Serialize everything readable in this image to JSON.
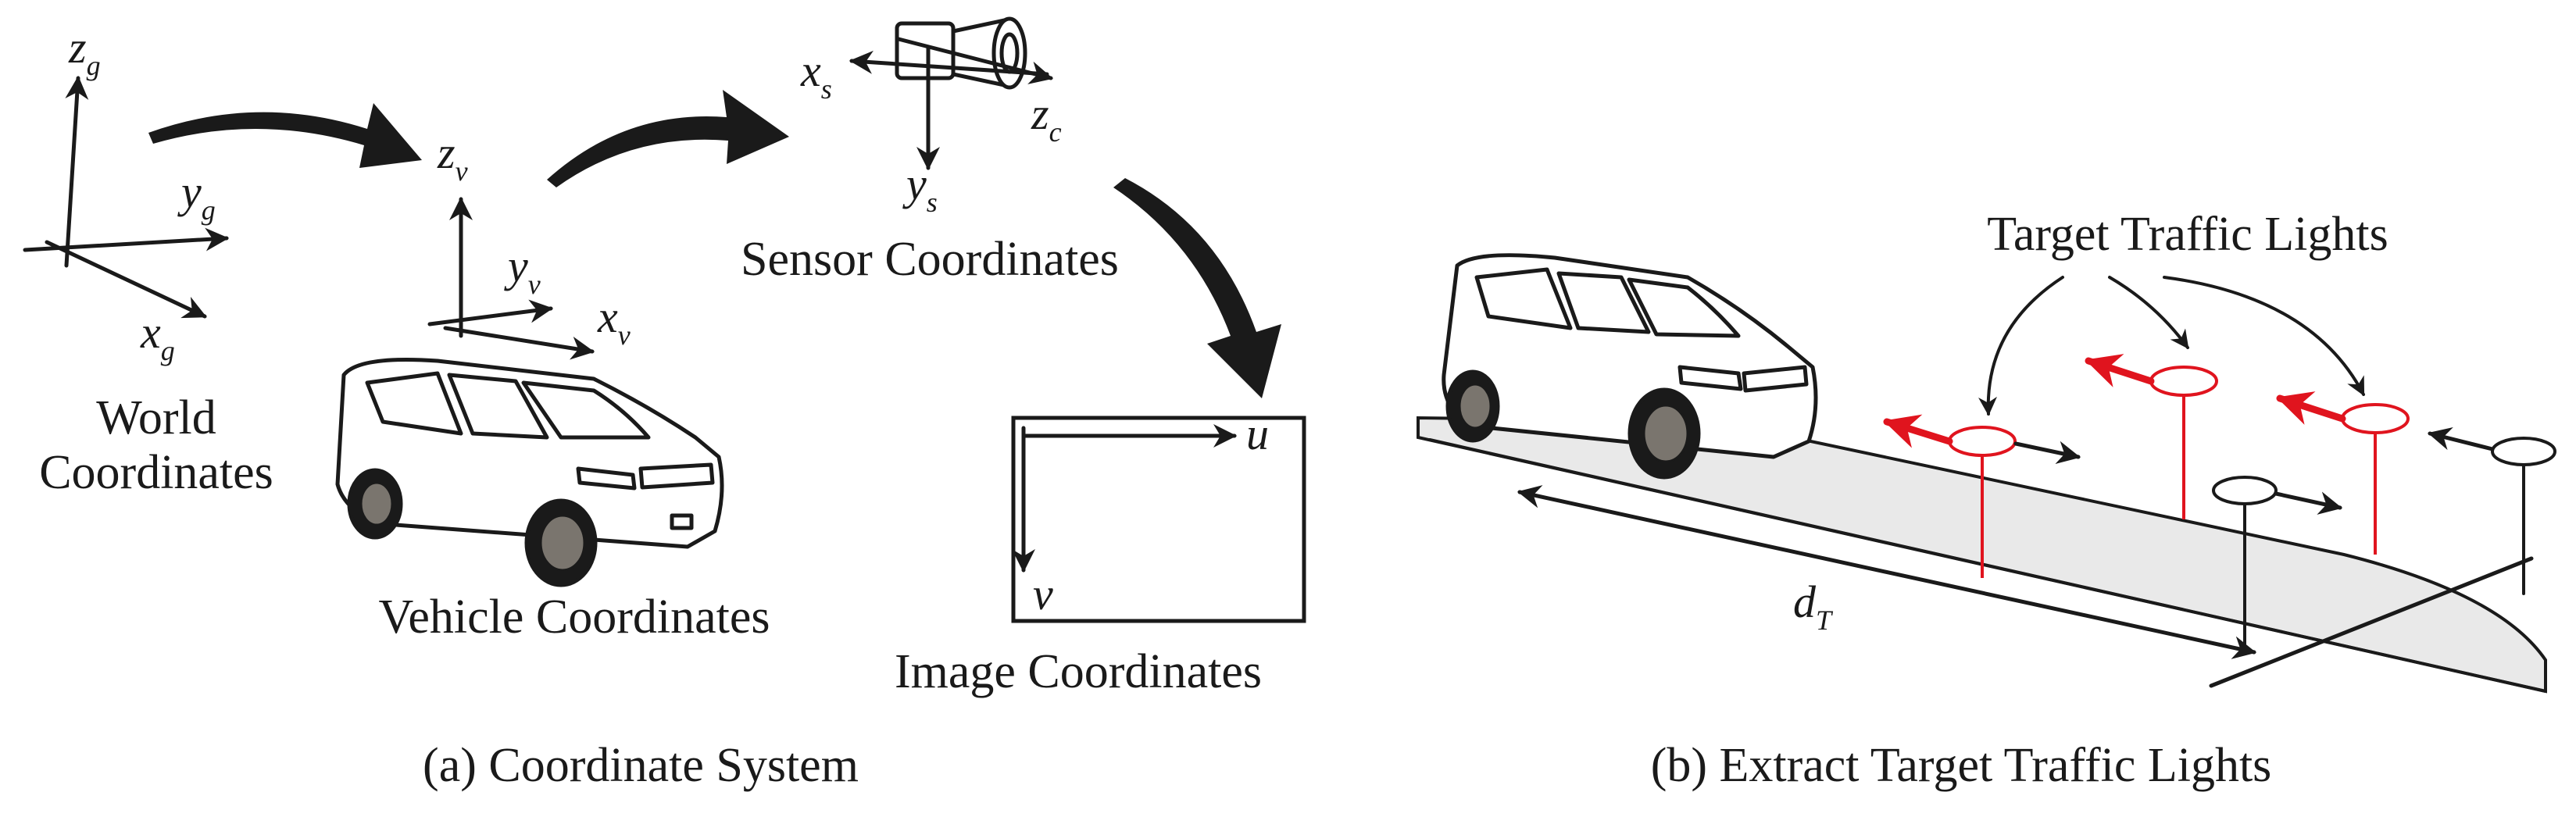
{
  "left_panel": {
    "world_label_line1": "World",
    "world_label_line2": "Coordinates",
    "vehicle_label": "Vehicle Coordinates",
    "sensor_label": "Sensor Coordinates",
    "image_label": "Image Coordinates",
    "caption": "(a) Coordinate System",
    "axes": {
      "world": {
        "z": "z",
        "z_sub": "g",
        "y": "y",
        "y_sub": "g",
        "x": "x",
        "x_sub": "g"
      },
      "vehicle": {
        "z": "z",
        "z_sub": "v",
        "y": "y",
        "y_sub": "v",
        "x": "x",
        "x_sub": "v"
      },
      "sensor": {
        "x": "x",
        "x_sub": "s",
        "z": "z",
        "z_sub": "c",
        "y": "y",
        "y_sub": "s"
      },
      "image": {
        "u": "u",
        "v": "v"
      }
    }
  },
  "right_panel": {
    "title": "Target Traffic Lights",
    "distance": "d",
    "distance_sub": "T",
    "caption": "(b) Extract Target Traffic Lights"
  },
  "colors": {
    "ink": "#1a1a1a",
    "target_red": "#e0141e",
    "road_fill": "#e9e9e9",
    "tire_gray": "#7a756e"
  }
}
